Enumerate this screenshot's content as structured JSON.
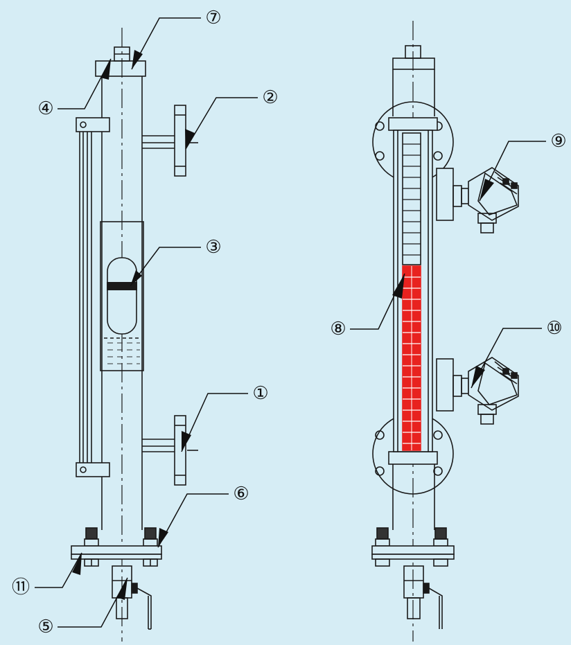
{
  "colors": {
    "background": "#d6edf5",
    "line": "#1a1a1a",
    "indicator_red": "#e8221f",
    "leader": "#111111"
  },
  "callouts": [
    {
      "id": "c1",
      "label": "①"
    },
    {
      "id": "c2",
      "label": "②"
    },
    {
      "id": "c3",
      "label": "③"
    },
    {
      "id": "c4",
      "label": "④"
    },
    {
      "id": "c5",
      "label": "⑤"
    },
    {
      "id": "c6",
      "label": "⑥"
    },
    {
      "id": "c7",
      "label": "⑦"
    },
    {
      "id": "c8",
      "label": "⑧"
    },
    {
      "id": "c9",
      "label": "⑨"
    },
    {
      "id": "c10",
      "label": "⑩"
    },
    {
      "id": "c11",
      "label": "⑪"
    }
  ]
}
